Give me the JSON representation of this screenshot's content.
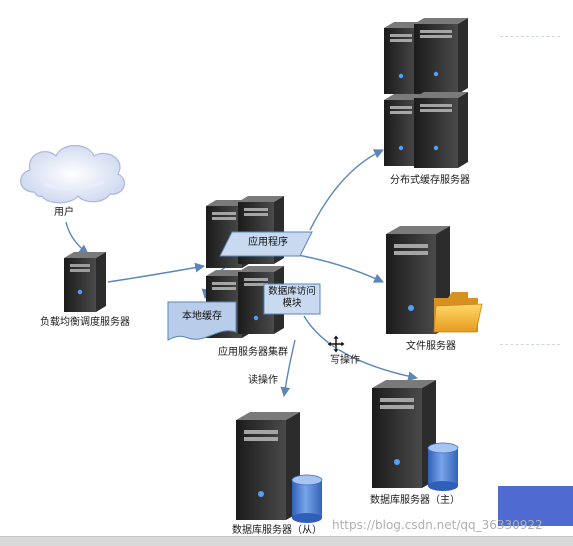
{
  "nodes": {
    "user": "用户",
    "load_balancer": "负载均衡调度服务器",
    "app_cluster": "应用服务器集群",
    "app_program": "应用程序",
    "local_cache": "本地缓存",
    "db_access_module": "数据库访问模块",
    "distributed_cache": "分布式缓存服务器",
    "file_server": "文件服务器",
    "db_master": "数据库服务器（主）",
    "db_slave": "数据库服务器（从）"
  },
  "edges": {
    "read": "读操作",
    "write": "写操作"
  },
  "watermark": "https://blog.csdn.net/qq_36330922",
  "colors": {
    "arrow": "#5b86b7",
    "app_program_box": "#c8d9f0",
    "db_access_box": "#c8d9f0",
    "local_cache_shape": "#b9cdea",
    "cloud": "#dfe6f6",
    "server_body": "#262626",
    "db_cylinder": "#5c8ad7",
    "folder": "#f3b73a",
    "strip": "#4f6bd1"
  },
  "icons": [
    "cloud-icon",
    "server-icon",
    "database-icon",
    "folder-icon",
    "move-cursor-icon"
  ]
}
